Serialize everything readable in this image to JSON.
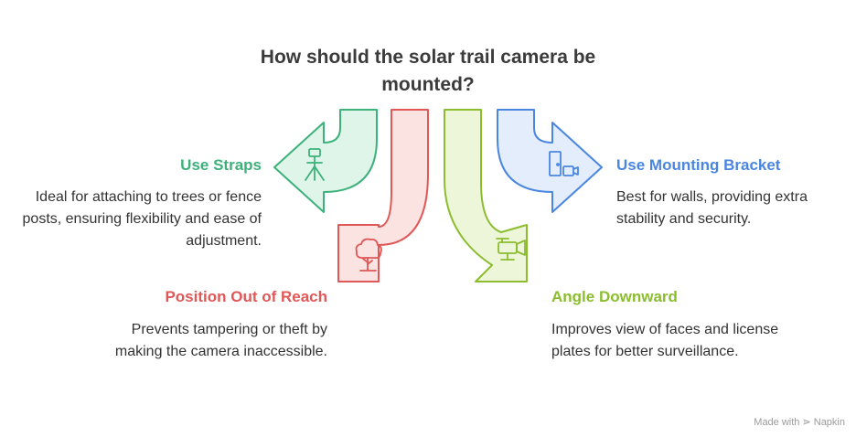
{
  "title": "How should the solar trail camera be mounted?",
  "options": {
    "straps": {
      "heading": "Use Straps",
      "text": "Ideal for attaching to trees or fence posts, ensuring flexibility and ease of adjustment.",
      "color": "#3db17a",
      "fill": "#dff5ea",
      "icon": "tripod-icon"
    },
    "reach": {
      "heading": "Position Out of Reach",
      "text": "Prevents tampering or theft by making the camera inaccessible.",
      "color": "#e05757",
      "fill": "#fbe3e2",
      "icon": "tree-icon"
    },
    "downward": {
      "heading": "Angle Downward",
      "text": "Improves view of faces and license plates for better surveillance.",
      "color": "#8bbd2f",
      "fill": "#eef6da",
      "icon": "security-camera-icon"
    },
    "bracket": {
      "heading": "Use Mounting Bracket",
      "text": "Best for walls, providing extra stability and security.",
      "color": "#4a86e0",
      "fill": "#e3edfb",
      "icon": "door-camera-icon"
    }
  },
  "watermark": "Made with ⋗ Napkin"
}
